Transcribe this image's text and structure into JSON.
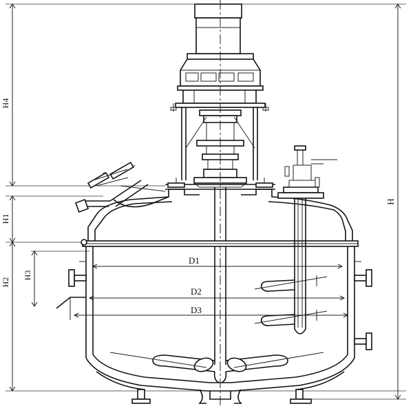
{
  "dimension_labels": {
    "h": "H",
    "h4": "H4",
    "h1": "H1",
    "h2": "H2",
    "h3": "H3",
    "d1": "D1",
    "d2": "D2",
    "d3": "D3"
  },
  "colors": {
    "line": "#111111",
    "background": "#ffffff"
  }
}
